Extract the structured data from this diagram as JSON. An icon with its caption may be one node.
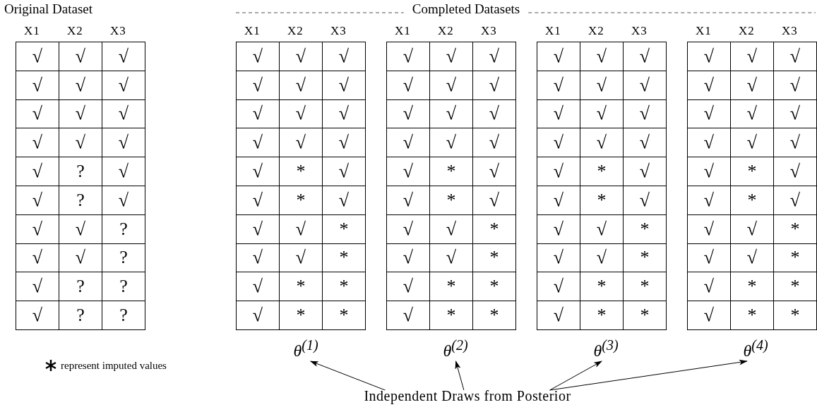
{
  "diagram": {
    "nodes": [
      {
        "text": [
          "θ$^{(1)}$"
        ]
      },
      {
        "text": [
          "θ$^{(2)}$"
        ]
      },
      {
        "text": [
          "θ$^{(3)}$"
        ]
      },
      {
        "text": [
          "θ$^{(4)}$"
        ]
      },
      {
        "text": [
          "Independent Draws from Posterior"
        ]
      }
    ],
    "edges": [
      {
        "from": 4,
        "to": 0,
        "arrow": "to"
      },
      {
        "from": 4,
        "to": 1,
        "arrow": "to"
      },
      {
        "from": 4,
        "to": 2,
        "arrow": "to"
      },
      {
        "from": 4,
        "to": 3,
        "arrow": "to"
      }
    ],
    "labels": [
      "Original Dataset",
      "Completed Datasets",
      "X1",
      "X2",
      "X3",
      "√",
      "√",
      "√",
      "√",
      "√",
      "√",
      "√",
      "√",
      "√",
      "√",
      "√",
      "√",
      "√",
      "?",
      "√",
      "√",
      "?",
      "√",
      "√",
      "√",
      "?",
      "√",
      "√",
      "?",
      "√",
      "?",
      "?",
      "√",
      "?",
      "?",
      "X1",
      "X2",
      "X3",
      "√",
      "√",
      "√",
      "√",
      "√",
      "√",
      "√",
      "√",
      "√",
      "√",
      "√",
      "√",
      "√",
      "*",
      "√",
      "√",
      "*",
      "√",
      "√",
      "√",
      "*",
      "√",
      "√",
      "*",
      "√",
      "*",
      "*",
      "√",
      "*",
      "*",
      "X1",
      "X2",
      "X3",
      "√",
      "√",
      "√",
      "√",
      "√",
      "√",
      "√",
      "√",
      "√",
      "√",
      "√",
      "√",
      "√",
      "*",
      "√",
      "√",
      "*",
      "√",
      "√",
      "√",
      "*",
      "√",
      "√",
      "*",
      "√",
      "*",
      "*",
      "√",
      "*",
      "*",
      "X1",
      "X2",
      "X3",
      "√",
      "√",
      "√",
      "√",
      "√",
      "√",
      "√",
      "√",
      "√",
      "√",
      "√",
      "√",
      "√",
      "*",
      "√",
      "√",
      "*",
      "√",
      "√",
      "√",
      "*",
      "√",
      "√",
      "*",
      "√",
      "*",
      "*",
      "√",
      "*",
      "*",
      "X1",
      "X2",
      "X3",
      "√",
      "√",
      "√",
      "√",
      "√",
      "√",
      "√",
      "√",
      "√",
      "√",
      "√",
      "√",
      "√",
      "*",
      "√",
      "√",
      "*",
      "√",
      "√",
      "√",
      "*",
      "√",
      "√",
      "*",
      "√",
      "*",
      "*",
      "√",
      "*",
      "*"
    ],
    "legend": [
      {
        "text": "represent imputed values"
      }
    ]
  }
}
